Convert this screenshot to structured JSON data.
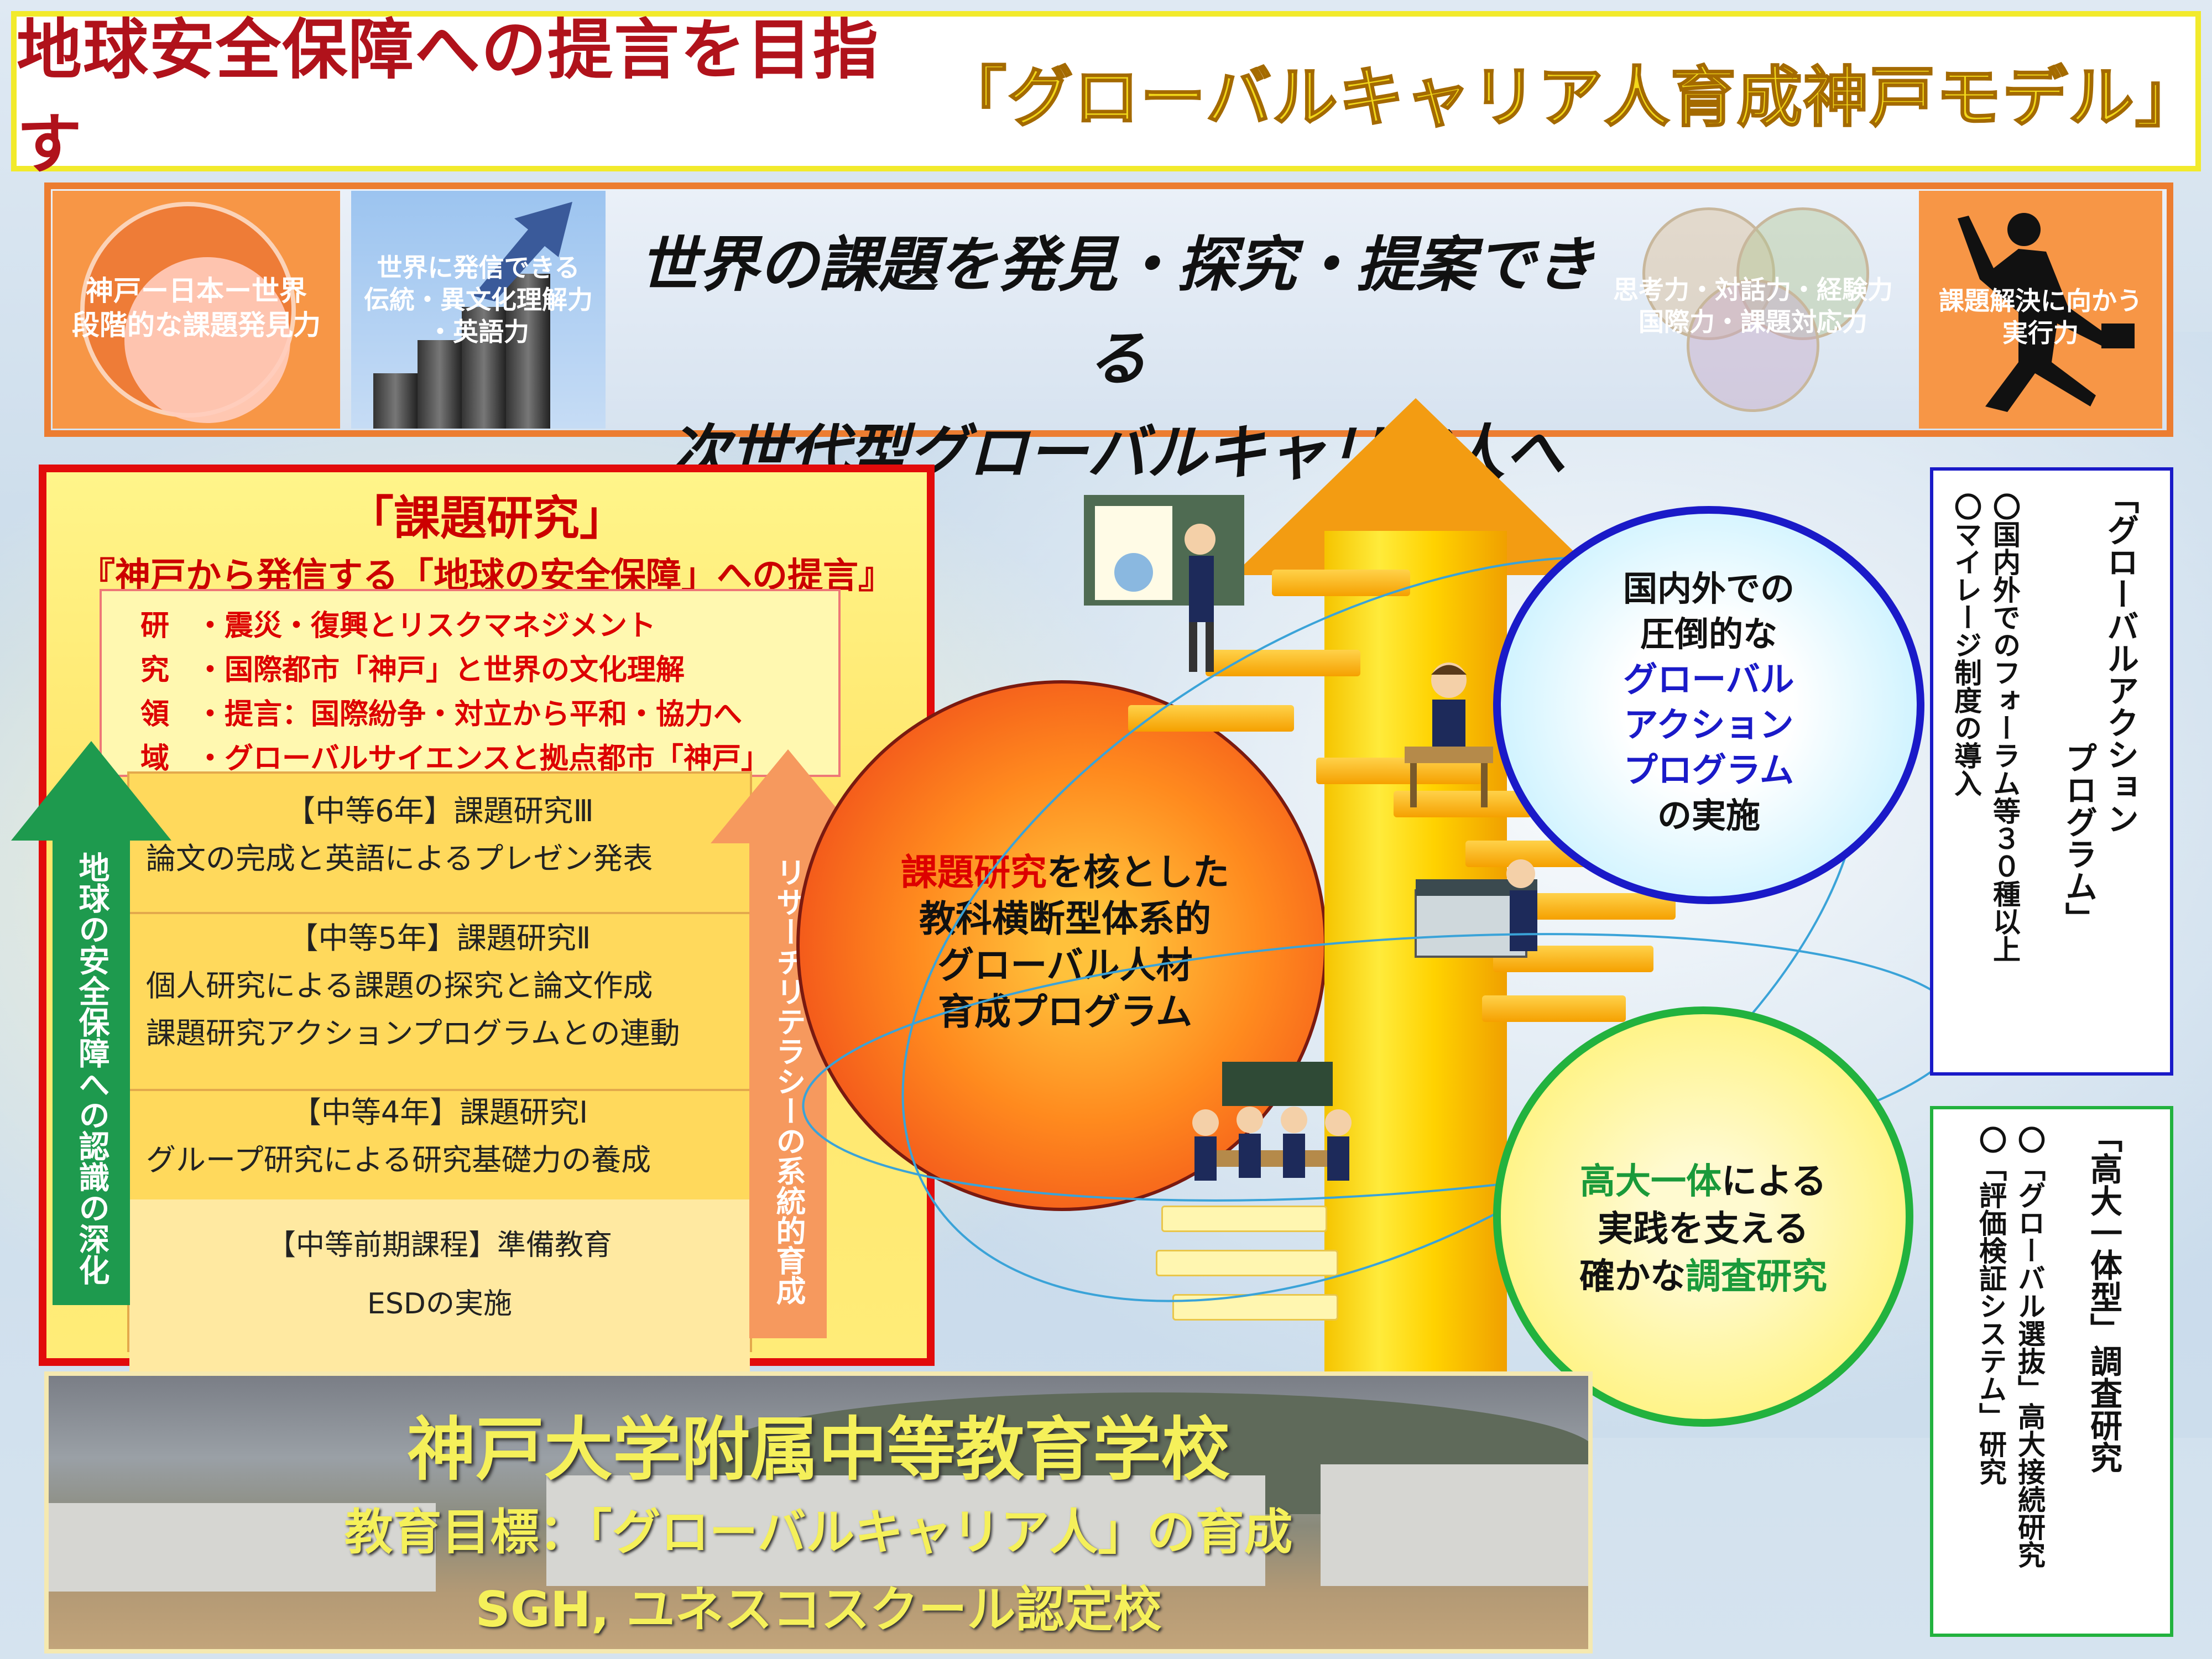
{
  "title": {
    "part1": "地球安全保障への提言を目指す",
    "part2": "「グローバルキャリア人育成神戸モデル」"
  },
  "banner": {
    "panel1": [
      "神戸ー日本ー世界",
      "段階的な課題発見力"
    ],
    "panel2": [
      "世界に発信できる",
      "伝統・異文化理解力",
      "・英語力"
    ],
    "main": [
      "世界の課題を発見・探究・提案できる",
      "次世代型グローバルキャリア人へ"
    ],
    "panel3": [
      "思考力・対話力・経験力",
      "国際力・課題対応力"
    ],
    "panel4": [
      "課題解決に向かう",
      "実行力"
    ]
  },
  "research": {
    "heading": "「課題研究」",
    "subheading": "『神戸から発信する「地球の安全保障」への提言』",
    "areas_label": [
      "研",
      "究",
      "領",
      "域"
    ],
    "areas": [
      "・震災・復興とリスクマネジメント",
      "・国際都市「神戸」と世界の文化理解",
      "・提言：国際紛争・対立から平和・協力へ",
      "・グローバルサイエンスと拠点都市「神戸」"
    ]
  },
  "grades": [
    {
      "head": "【中等6年】課題研究Ⅲ",
      "lines": [
        "論文の完成と英語によるプレゼン発表"
      ]
    },
    {
      "head": "【中等5年】課題研究Ⅱ",
      "lines": [
        "個人研究による課題の探究と論文作成",
        "課題研究アクションプログラムとの連動"
      ]
    },
    {
      "head": "【中等4年】課題研究Ⅰ",
      "lines": [
        "グループ研究による研究基礎力の養成"
      ]
    },
    {
      "head": "【中等前期課程】準備教育",
      "lines": [
        "ESDの実施"
      ]
    }
  ],
  "left_arrow": "地球の安全保障への認識の深化",
  "right_arrow": "リサーチリテラシーの系統的育成",
  "center_circle": {
    "highlight": "課題研究",
    "rest_line1": "を核とした",
    "lines": [
      "教科横断型体系的",
      "グローバル人材",
      "育成プログラム"
    ]
  },
  "blue_circle": {
    "line1": "国内外での",
    "line2": "圧倒的な",
    "highlight": [
      "グローバル",
      "アクション",
      "プログラム"
    ],
    "line_last": "の実施"
  },
  "green_circle": {
    "highlight1": "高大一体",
    "rest1": "による",
    "line2": "実践を支える",
    "prefix3": "確かな",
    "highlight3": "調査研究"
  },
  "blue_box": {
    "title_col1": "「グローバルアクション",
    "title_col2": "プログラム」",
    "items": [
      "〇国内外でのフォーラム等３０種以上",
      "〇マイレージ制度の導入"
    ]
  },
  "green_box": {
    "title": "「高大一体型」調査研究",
    "items": [
      "〇「グローバル選抜」高大接続研究",
      "〇「評価検証システム」研究"
    ]
  },
  "school": {
    "name": "神戸大学附属中等教育学校",
    "goal": "教育目標：「グローバルキャリア人」の育成",
    "cert": "SGH, ユネスコスクール認定校"
  },
  "colors": {
    "accent_red": "#e20b0b",
    "title_yellow": "#f2ea2b",
    "banner_orange": "#ec7d31",
    "blue": "#1a1ac8",
    "green": "#22b23e"
  }
}
